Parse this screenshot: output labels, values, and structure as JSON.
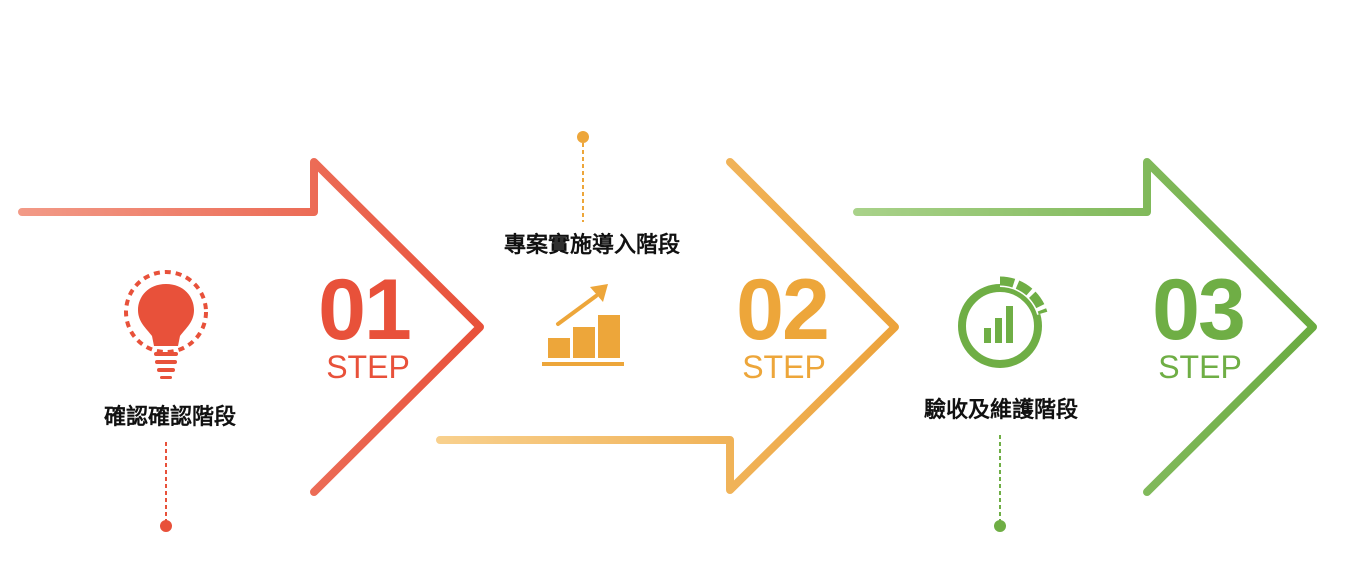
{
  "colors": {
    "step1": "#e8513a",
    "step1_light": "#f39a86",
    "step2": "#eda63a",
    "step2_light": "#f7cf88",
    "step3": "#6fae45",
    "step3_light": "#a9d28a",
    "text": "#111111"
  },
  "steps": [
    {
      "number": "01",
      "step_word": "STEP",
      "label": "確認確認階段",
      "icon": "lightbulb-icon"
    },
    {
      "number": "02",
      "step_word": "STEP",
      "label": "專案實施導入階段",
      "icon": "growth-chart-icon"
    },
    {
      "number": "03",
      "step_word": "STEP",
      "label": "驗收及維護階段",
      "icon": "donut-chart-icon"
    }
  ]
}
